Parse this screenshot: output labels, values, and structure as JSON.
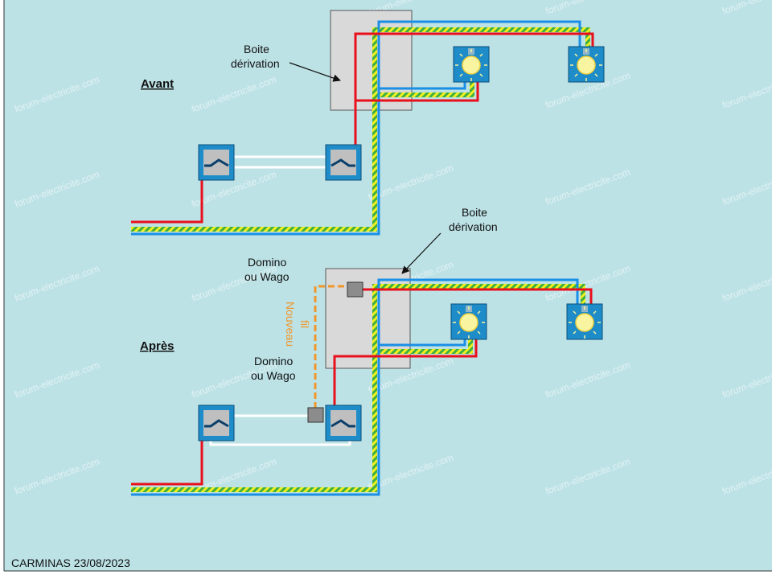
{
  "labels": {
    "before": "Avant",
    "after": "Après",
    "junction_box_line1": "Boite",
    "junction_box_line2": "dérivation",
    "connector_line1": "Domino",
    "connector_line2": "ou Wago",
    "new_wire_line1": "Nouveau",
    "new_wire_line2": "fil",
    "watermark": "forum-electricite.com",
    "credit": "CARMINAS 23/08/2023"
  },
  "colors": {
    "background": "#bde2e6",
    "phase": "#e8101c",
    "neutral": "#1a8fe6",
    "earth_green": "#3faf3f",
    "earth_yellow": "#f0f020",
    "switch_wire": "#ffffff",
    "new_wire": "#f0962a",
    "box_fill": "#d9d9d9",
    "tile": "#1e8cc8",
    "lamp": "#f8f4a0"
  },
  "icons": [
    "lamp-icon",
    "switch-icon",
    "junction-box-icon",
    "connector-icon"
  ]
}
